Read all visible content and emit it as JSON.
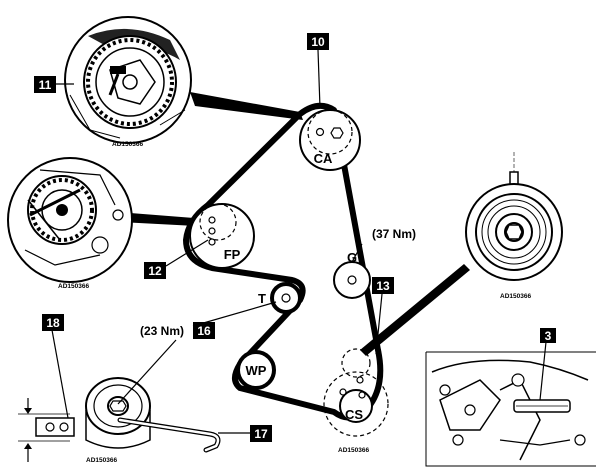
{
  "pulleys": {
    "camshaft": "CA",
    "fuel_pump": "FP",
    "tensioner": "T",
    "water_pump": "WP",
    "guide": "G",
    "crankshaft": "CS"
  },
  "callouts": {
    "c10": "10",
    "c11": "11",
    "c12": "12",
    "c13": "13",
    "c16": "16",
    "c17": "17",
    "c18": "18",
    "c3": "3"
  },
  "torques": {
    "guide": "(37 Nm)",
    "tensioner": "(23 Nm)"
  },
  "refs": {
    "inset_camshaft": "AD150366",
    "inset_fuelpump": "AD150366",
    "inset_flywheel": "AD150366",
    "crank_bottom": "AD150366",
    "inset_tensioner": "AD150366"
  }
}
